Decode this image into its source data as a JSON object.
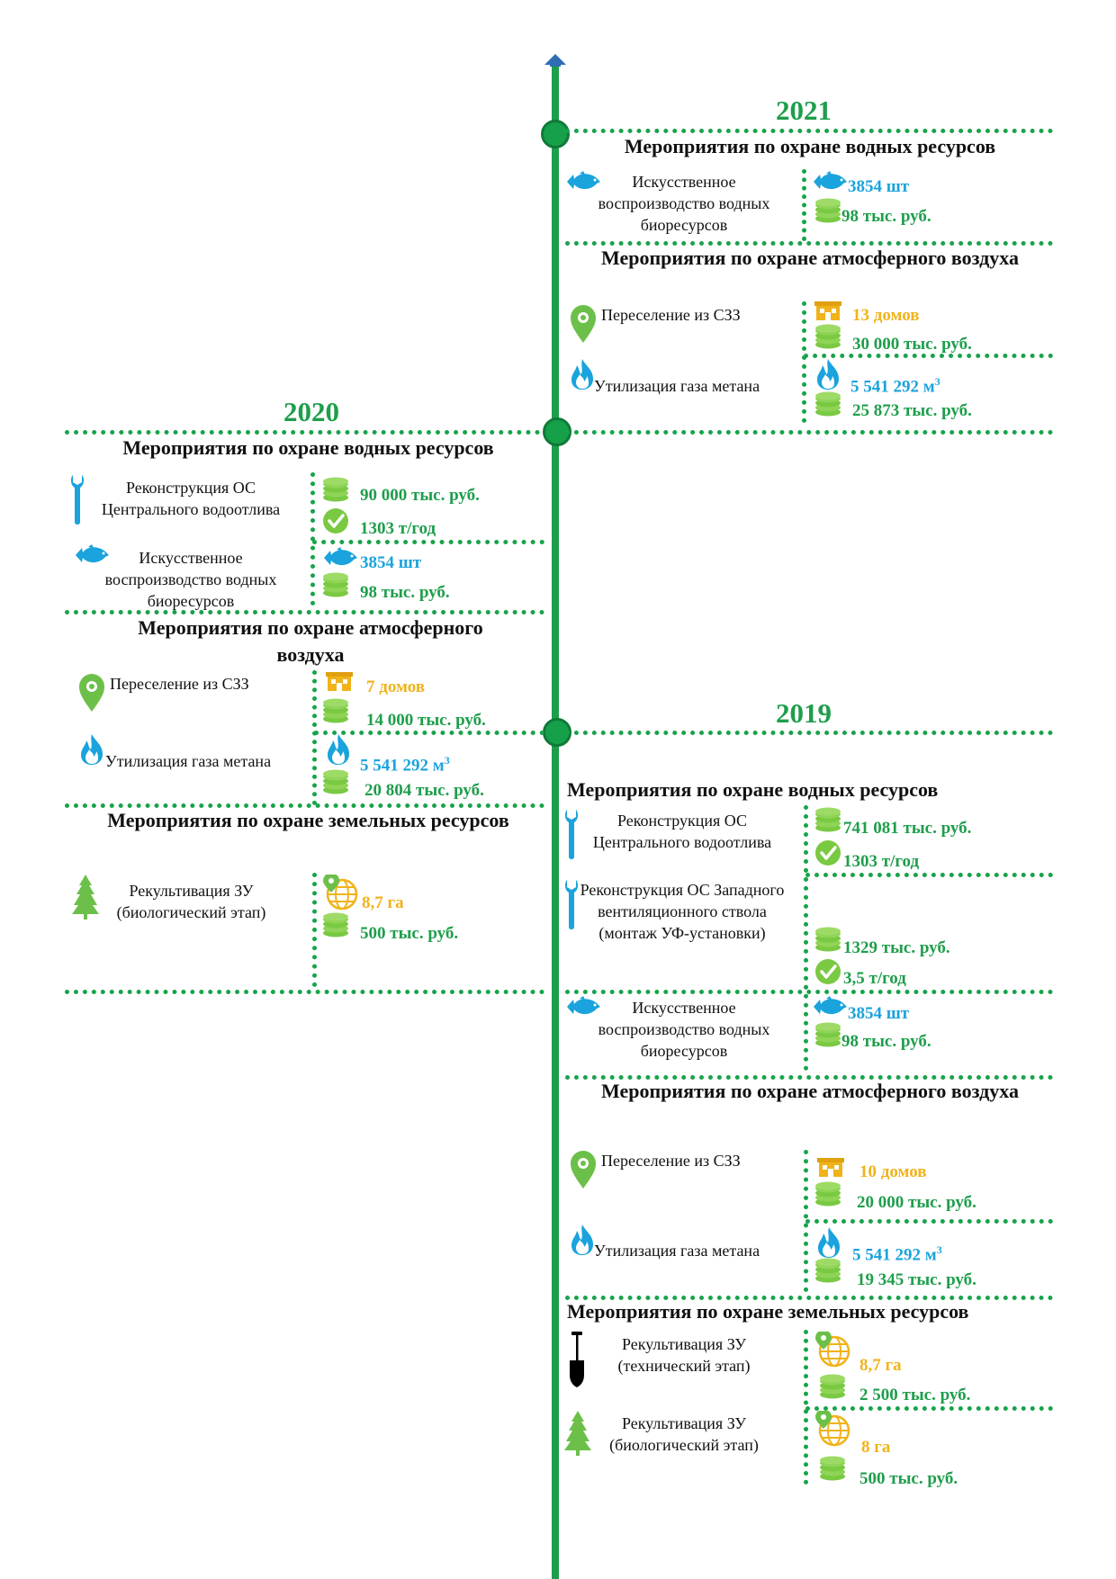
{
  "colors": {
    "timeline": "#1e9e4b",
    "dots": "#17a34a",
    "green": "#1e9e4b",
    "blue": "#1aa3dc",
    "yellow": "#f0b31a",
    "coin": "#7ac943"
  },
  "icons": [
    "fish-icon",
    "coins-icon",
    "location-pin-icon",
    "house-icon",
    "flame-icon",
    "wrench-icon",
    "check-icon",
    "tree-icon",
    "globe-pin-icon",
    "shovel-icon",
    "arrow-up-icon"
  ],
  "y2021": {
    "year": "2021",
    "water": {
      "title": "Мероприятия по охране водных ресурсов",
      "fish": {
        "label": "Искусственное воспроизводство водных биоресурсов",
        "count": "3854 шт",
        "cost": "98 тыс. руб."
      }
    },
    "air": {
      "title": "Мероприятия по охране атмосферного воздуха",
      "resettle": {
        "label": "Переселение из СЗЗ",
        "houses": "13 домов",
        "cost": "30 000 тыс. руб."
      },
      "methane": {
        "label": "Утилизация газа метана",
        "volume": "5 541 292 м",
        "cost": "25 873 тыс. руб."
      }
    }
  },
  "y2020": {
    "year": "2020",
    "water": {
      "title": "Мероприятия по охране водных ресурсов",
      "recon": {
        "label": "Реконструкция ОС Центрального водоотлива",
        "cost": "90 000 тыс. руб.",
        "effect": "1303 т/год"
      },
      "fish": {
        "label": "Искусственное воспроизводство водных биоресурсов",
        "count": "3854 шт",
        "cost": "98 тыс. руб."
      }
    },
    "air": {
      "title": "Мероприятия по охране атмосферного воздуха",
      "resettle": {
        "label": "Переселение из СЗЗ",
        "houses": "7 домов",
        "cost": "14 000 тыс. руб."
      },
      "methane": {
        "label": "Утилизация газа метана",
        "volume": "5 541 292 м",
        "cost": "20 804 тыс. руб."
      }
    },
    "land": {
      "title": "Мероприятия по охране земельных ресурсов",
      "bio": {
        "label": "Рекультивация ЗУ (биологический этап)",
        "area": "8,7 га",
        "cost": "500 тыс. руб."
      }
    }
  },
  "y2019": {
    "year": "2019",
    "water": {
      "title": "Мероприятия по охране водных ресурсов",
      "recon1": {
        "label": "Реконструкция ОС Центрального водоотлива",
        "cost": "741 081 тыс. руб.",
        "effect": "1303 т/год"
      },
      "recon2": {
        "label": "Реконструкция ОС Западного вентиляционного ствола (монтаж УФ-установки)",
        "cost": "1329 тыс. руб.",
        "effect": "3,5 т/год"
      },
      "fish": {
        "label": "Искусственное воспроизводство водных биоресурсов",
        "count": "3854 шт",
        "cost": "98 тыс. руб."
      }
    },
    "air": {
      "title": "Мероприятия по охране атмосферного воздуха",
      "resettle": {
        "label": "Переселение из СЗЗ",
        "houses": "10 домов",
        "cost": "20 000 тыс. руб."
      },
      "methane": {
        "label": "Утилизация газа метана",
        "volume": "5 541 292 м",
        "cost": "19 345 тыс. руб."
      }
    },
    "land": {
      "title": "Мероприятия по охране земельных ресурсов",
      "tech": {
        "label": "Рекультивация ЗУ (технический этап)",
        "area": "8,7 га",
        "cost": "2 500 тыс. руб."
      },
      "bio": {
        "label": "Рекультивация ЗУ (биологический этап)",
        "area": "8 га",
        "cost": "500 тыс. руб."
      }
    }
  },
  "sup3": "3"
}
